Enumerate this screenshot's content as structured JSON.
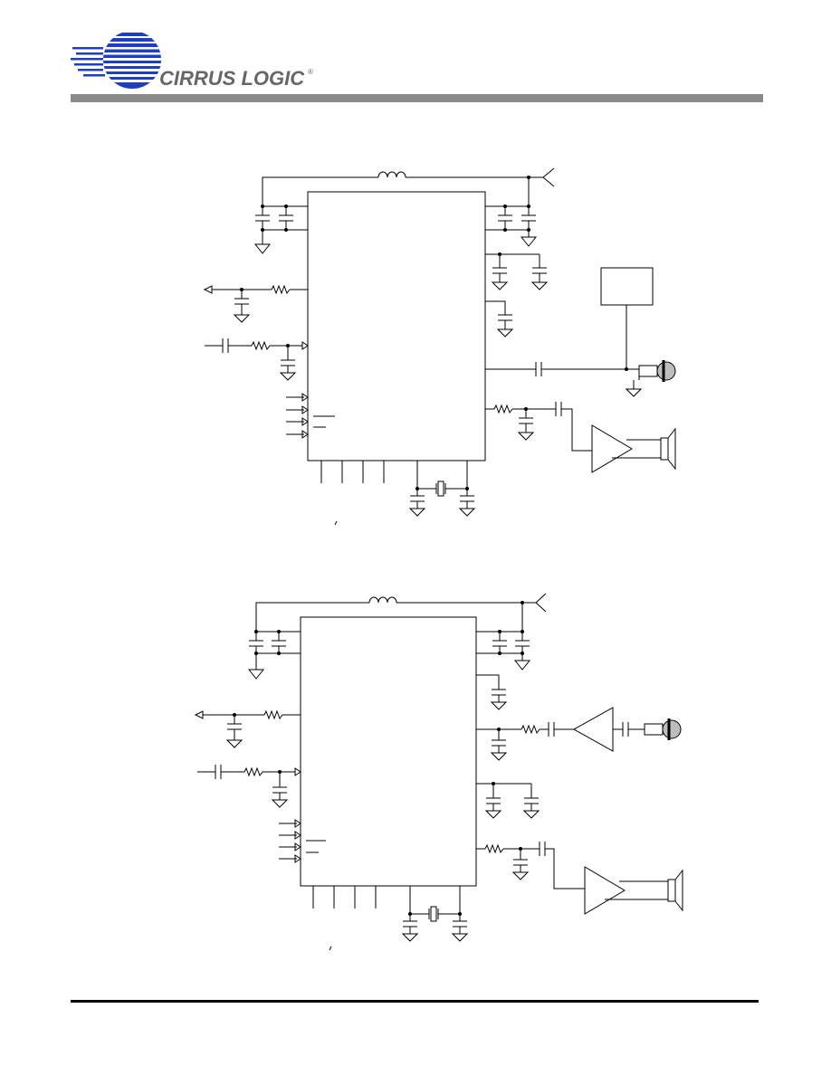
{
  "header": {
    "logo_text": "CIRRUS LOGIC",
    "logo_mark": "®",
    "brand_color": "#1f3fbf",
    "rule_color": "#8a8a8a"
  },
  "schematics": [
    {
      "id": "a",
      "microphone_path": "direct",
      "icons": [
        "inductor-icon",
        "antenna-icon",
        "capacitor-icon",
        "ground-icon",
        "resistor-icon",
        "arrow-icon",
        "crystal-icon",
        "microphone-icon",
        "amplifier-icon",
        "speaker-icon"
      ]
    },
    {
      "id": "b",
      "microphone_path": "preamp",
      "icons": [
        "inductor-icon",
        "antenna-icon",
        "capacitor-icon",
        "ground-icon",
        "resistor-icon",
        "arrow-icon",
        "crystal-icon",
        "microphone-icon",
        "amplifier-icon",
        "speaker-icon"
      ]
    }
  ]
}
